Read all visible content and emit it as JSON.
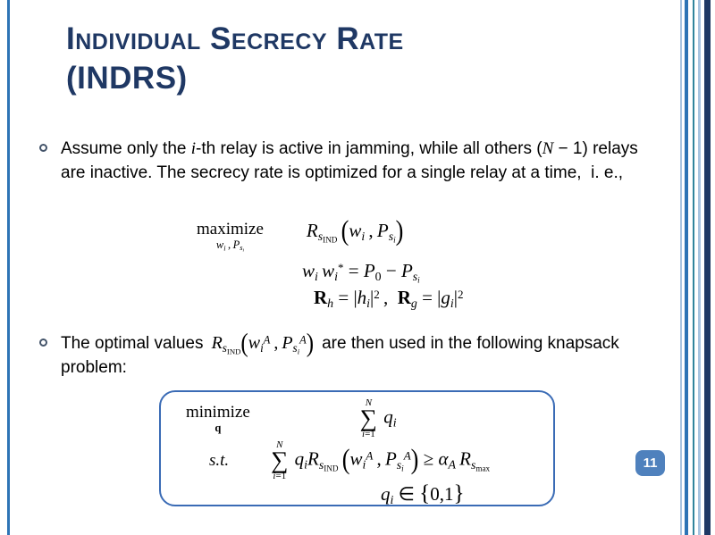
{
  "colors": {
    "title": "#1F3864",
    "box_border": "#3A6BB5",
    "badge_bg": "#4F81BD",
    "badge_text": "#FFFFFF",
    "stripe_light": "#A8C4E0",
    "stripe_mid": "#2E74B5",
    "stripe_teal": "#31859C",
    "stripe_dark": "#1F3864"
  },
  "slide": {
    "title_line1": "Individual Secrecy Rate",
    "title_line2": "(INDRS)",
    "page_number": "11"
  },
  "bullets": {
    "b1_html": "Assume only the <span class='mi'>i</span>-th relay is active in jamming, while all others (<span class='mi'>N</span> − 1) relays are inactive. The secrecy rate is optimized for a single relay at a time,&nbsp; i. e.,",
    "b2_html": "The optimal values&#8201; <span class='inmath'><i>R</i><sub><i>s</i><sub>IND</sub></sub><span class='paren'>(</span><i>w</i><sub><i>i</i></sub><sup><i>A</i></sup>&#8201;,&#8201;<i>P</i><sub><i>s</i><sub><i>i</i></sub></sub><sup><i>A</i></sup><span class='paren'>)</span></span>&#8201; are then used in the following knapsack problem:"
  },
  "eq1": {
    "op": "maximize",
    "op_limits_html": "<i>w</i><sub><i>i</i></sub>&#8201;,&#8201;<i>P</i><sub><i>s</i><sub><i>i</i></sub></sub>",
    "objective_html": "<i>R</i><sub><i>s</i><sub>IND</sub></sub>&#8201;<span class='paren'>(</span><i>w</i><sub><i>i</i></sub>&#8201;,&#8201;<i>P</i><sub><i>s</i><sub><i>i</i></sub></sub><span class='paren'>)</span>",
    "line2_html": "<i>w</i><sub><i>i</i></sub>&#8201;<i>w</i><sub><i>i</i></sub><sup>*</sup> = <i>P</i><sub>0</sub> − <i>P</i><sub><i>s</i><sub><i>i</i></sub></sub>",
    "line3_html": "<b>R</b><sub><i>h</i></sub> = |<i>h</i><sub><i>i</i></sub>|<sup>2</sup>&#8201;,&nbsp; <b>R</b><sub><i>g</i></sub> = |<i>g</i><sub><i>i</i></sub>|<sup>2</sup>"
  },
  "knapsack": {
    "op": "minimize",
    "op_limit_html": "<b>q</b>",
    "objective_html": "<span class='sum'><span class='lim'><i>N</i></span><span class='sigma'>∑</span><span class='lim'><i>i</i>=1</span></span>&#8201;<i>q</i><sub><i>i</i></sub>",
    "st": "s.t.",
    "constraint_html": "<span class='sum'><span class='lim'><i>N</i></span><span class='sigma'>∑</span><span class='lim'><i>i</i>=1</span></span>&#8201;<i>q</i><sub><i>i</i></sub><i>R</i><sub><i>s</i><sub>IND</sub></sub>&#8201;<span class='paren'>(</span><i>w</i><sub><i>i</i></sub><sup><i>A</i></sup>&#8201;,&#8201;<i>P</i><sub><i>s</i><sub><i>i</i></sub></sub><sup><i>A</i></sup><span class='paren'>)</span> ≥ <i>α</i><sub><i>A</i></sub>&#8201;<i>R</i><sub><i>s</i><sub>max</sub></sub>",
    "domain_html": "<i>q</i><sub><i>i</i></sub> ∈ <span class='brace'>{</span>0,1<span class='brace'>}</span>"
  }
}
